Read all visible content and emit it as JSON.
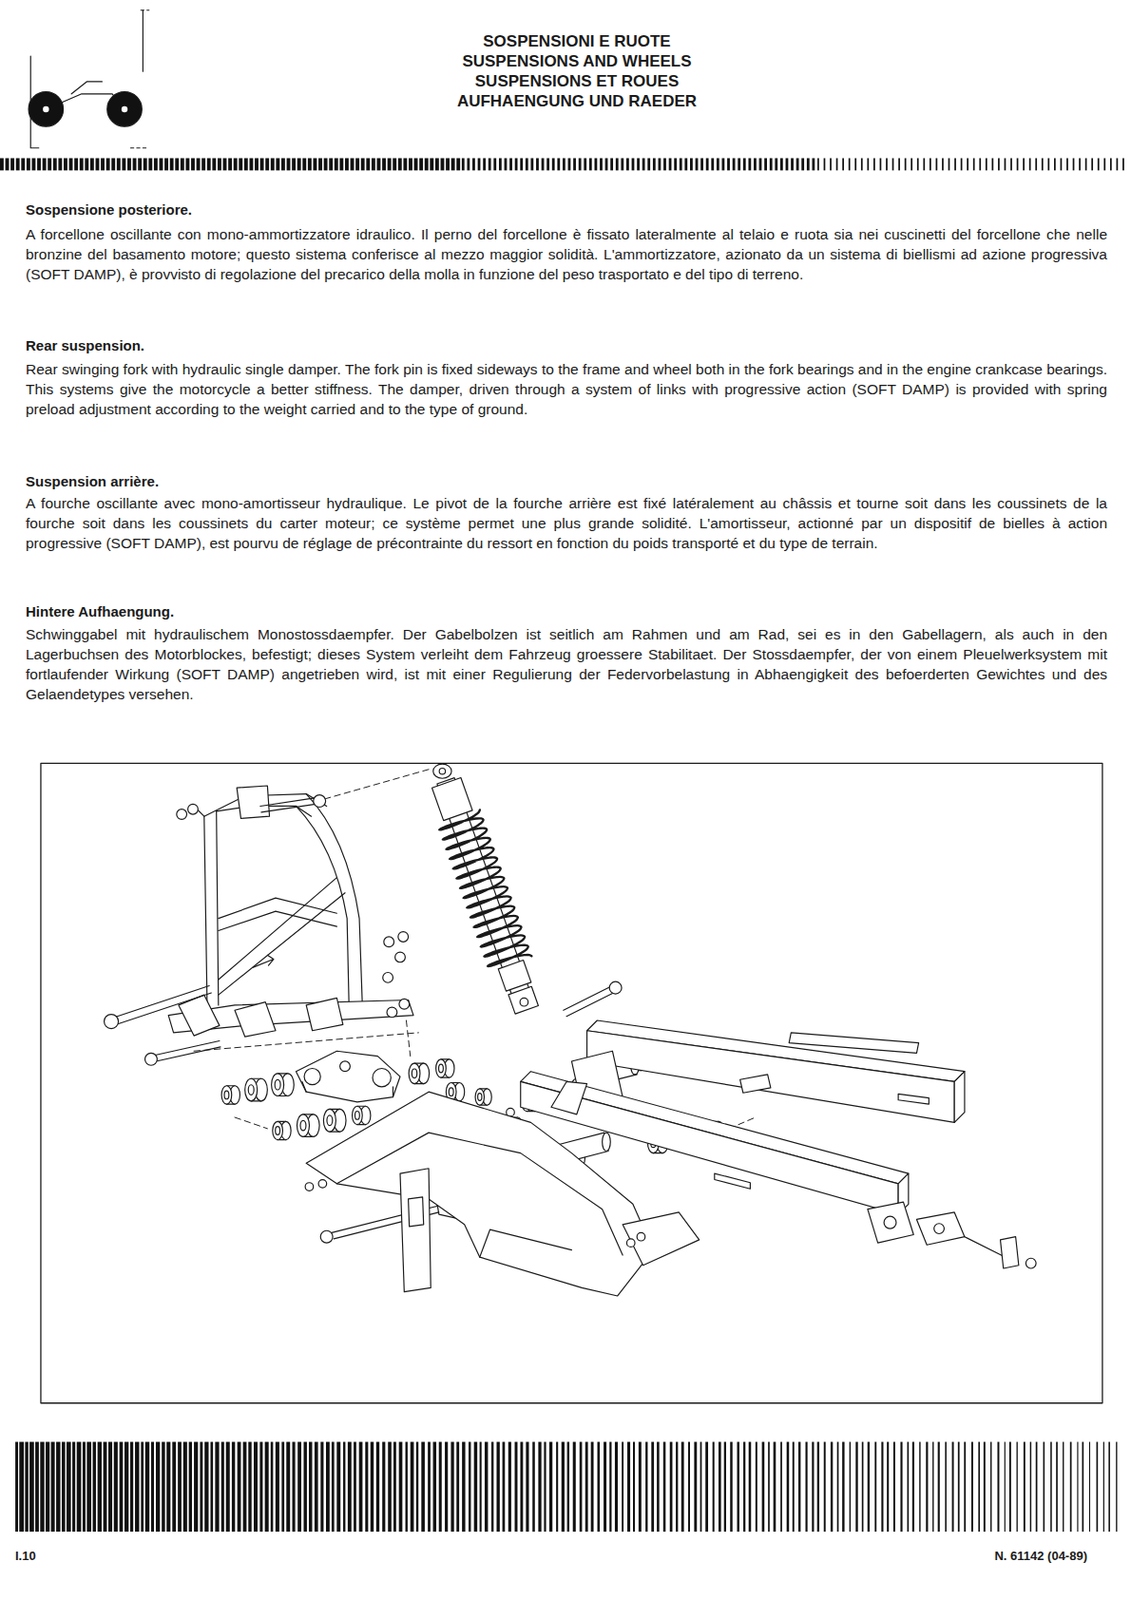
{
  "diagram": {
    "labels": [
      "SOSPENSIONI E RUOTE",
      "SUSPENSIONS AND WHEELS",
      "SUSPENSIONS ET ROUES",
      "AUFHAENGUNG UND RAEDER",
      "Sospensione posteriore.",
      "A forcellone oscillante con mono-ammortizzatore idraulico. Il perno del forcellone è fissato lateralmente al telaio e ruota sia nei cuscinetti del forcellone che nelle bronzine del basamento motore; questo sistema conferisce al mezzo maggior solidità. L'ammortizzatore, azionato da un sistema di biellismi ad azione progressiva (SOFT DAMP), è provvisto di regolazione del precarico della molla in funzione del peso trasportato e del tipo di terreno.",
      "Rear suspension.",
      "Rear swinging fork with hydraulic single damper. The fork pin is fixed sideways to the frame and wheel both in the fork bearings and in the engine crankcase bearings. This systems give the motorcycle a better stiffness. The damper, driven through a system of links with progressive action (SOFT DAMP) is provided with spring preload adjustment according to the weight carried and to the type of ground.",
      "Suspension arrière.",
      "A fourche oscillante avec mono-amortisseur hydraulique. Le pivot de la fourche arrière est fixé latéralement au châssis et tourne soit dans les coussinets de la fourche soit dans les coussinets du carter moteur; ce système permet une plus grande solidité. L'amortisseur, actionné par un dispositif de bielles à action progressive (SOFT DAMP), est pourvu de réglage de précontrainte du ressort en fonction du poids transporté et du type de terrain.",
      "Hintere Aufhaengung.",
      "Schwinggabel mit hydraulischem Monostossdaempfer. Der Gabelbolzen ist seitlich am Rahmen und am Rad, sei es in den Gabellagern, als auch in den Lagerbuchsen des Motorblockes, befestigt; dieses System verleiht dem Fahrzeug groessere Stabilitaet. Der Stossdaempfer, der von einem Pleuelwerksystem mit fortlaufender Wirkung (SOFT DAMP) angetrieben wird, ist mit einer Regulierung der Federvorbelastung in Abhaengigkeit des befoerderten Gewichtes und des Gelaendetypes versehen.",
      "I.10",
      "N. 61142 (04-89)"
    ]
  }
}
